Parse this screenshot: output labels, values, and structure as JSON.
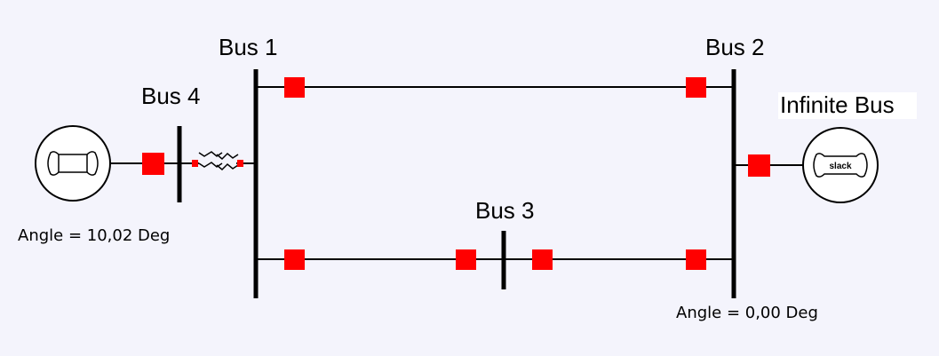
{
  "buses": {
    "bus1": "Bus 1",
    "bus2": "Bus 2",
    "bus3": "Bus 3",
    "bus4": "Bus 4",
    "infinite": "Infinite Bus"
  },
  "angles": {
    "bus4": "Angle =  10,02 Deg",
    "infinite": "Angle =   0,00 Deg"
  },
  "slack_label": "slack",
  "colors": {
    "breaker": "#ff0000",
    "background": "#f4f4fc",
    "line": "#000000"
  }
}
